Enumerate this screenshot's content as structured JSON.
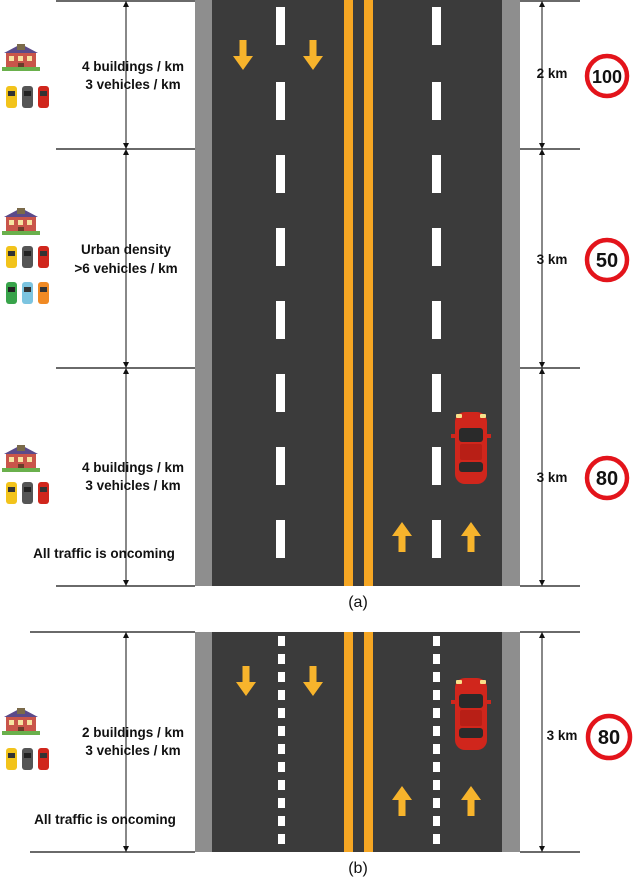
{
  "panel_a": {
    "caption": "(a)",
    "segments": [
      {
        "line1": "4 buildings  / km",
        "line2": "3 vehicles / km",
        "length": "2 km",
        "speed": "100"
      },
      {
        "line1": "Urban density",
        "line2": ">6 vehicles / km",
        "length": "3 km",
        "speed": "50"
      },
      {
        "line1": "4 buildings  / km",
        "line2": "3 vehicles / km",
        "note": "All traffic is oncoming",
        "length": "3 km",
        "speed": "80"
      }
    ]
  },
  "panel_b": {
    "caption": "(b)",
    "segment": {
      "line1": "2 buildings  / km",
      "line2": "3 vehicles / km",
      "note": "All traffic is oncoming",
      "length": "3 km",
      "speed": "80"
    }
  },
  "colors": {
    "asphalt": "#3b3b3b",
    "shoulder": "#8e8e8e",
    "center_line": "#f5a623",
    "arrow": "#f7b42c",
    "sign_ring": "#e3141b",
    "ego_car": "#d0261c"
  }
}
